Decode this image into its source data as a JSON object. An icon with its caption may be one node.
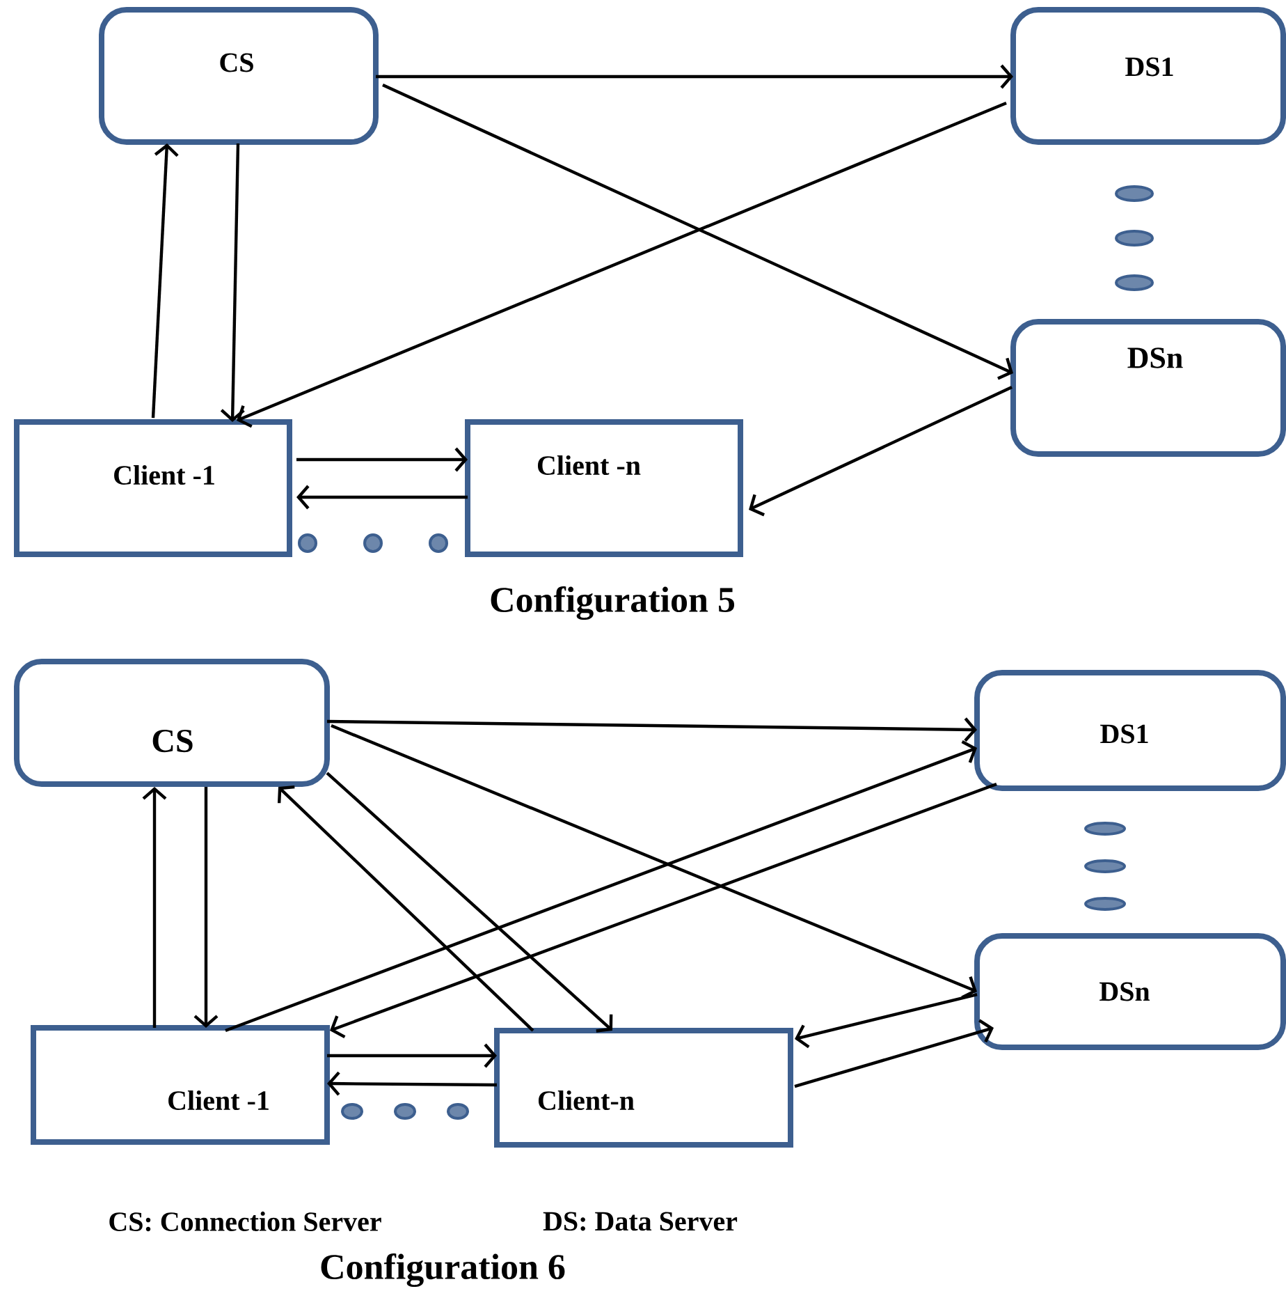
{
  "diagram": {
    "nodes": [
      {
        "text": [
          "CS"
        ]
      },
      {
        "text": [
          "DS1"
        ]
      },
      {
        "text": [
          "DSn"
        ]
      },
      {
        "text": [
          "Client -1"
        ]
      },
      {
        "text": [
          "Client -n"
        ]
      },
      {
        "text": [
          "CS"
        ]
      },
      {
        "text": [
          "DS1"
        ]
      },
      {
        "text": [
          "DSn"
        ]
      },
      {
        "text": [
          "Client -1"
        ]
      },
      {
        "text": [
          "Client-n"
        ]
      }
    ],
    "edges": [
      {
        "from": 0,
        "to": 1,
        "arrow": "to"
      },
      {
        "from": 0,
        "to": 2,
        "arrow": "to"
      },
      {
        "from": 3,
        "to": 0,
        "arrow": "to"
      },
      {
        "from": 0,
        "to": 3,
        "arrow": "to"
      },
      {
        "from": 1,
        "to": 3,
        "arrow": "to"
      },
      {
        "from": 3,
        "to": 4,
        "arrow": "to"
      },
      {
        "from": 4,
        "to": 3,
        "arrow": "to"
      },
      {
        "from": 2,
        "to": 4,
        "arrow": "to"
      },
      {
        "from": 5,
        "to": 6,
        "arrow": "to"
      },
      {
        "from": 5,
        "to": 7,
        "arrow": "to"
      },
      {
        "from": 8,
        "to": 5,
        "arrow": "to"
      },
      {
        "from": 5,
        "to": 8,
        "arrow": "to"
      },
      {
        "from": 9,
        "to": 5,
        "arrow": "to"
      },
      {
        "from": 5,
        "to": 9,
        "arrow": "to"
      },
      {
        "from": 8,
        "to": 6,
        "arrow": "to"
      },
      {
        "from": 6,
        "to": 8,
        "arrow": "to"
      },
      {
        "from": 8,
        "to": 9,
        "arrow": "to"
      },
      {
        "from": 9,
        "to": 8,
        "arrow": "to"
      },
      {
        "from": 7,
        "to": 9,
        "arrow": "to"
      },
      {
        "from": 9,
        "to": 7,
        "arrow": "to"
      }
    ],
    "labels": [
      "Configuration 5",
      "CS: Connection Server",
      "DS: Data Server",
      "Configuration 6"
    ]
  }
}
